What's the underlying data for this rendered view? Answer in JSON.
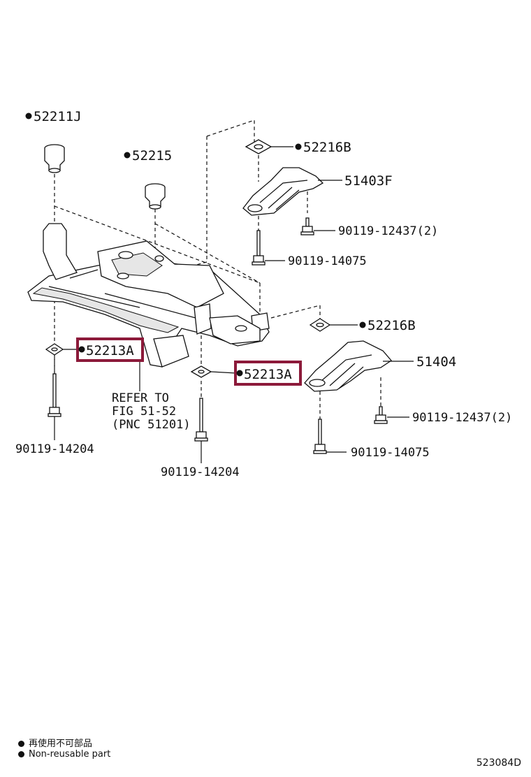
{
  "labels": {
    "p52211J": "52211J",
    "p52215": "52215",
    "p52216B_top": "52216B",
    "p51403F": "51403F",
    "p90119_12437_top": "90119-12437(2)",
    "p90119_14075_top": "90119-14075",
    "p52216B_right": "52216B",
    "p51404": "51404",
    "p52213A_left": "52213A",
    "p52213A_right": "52213A",
    "refer_line1": "REFER TO",
    "refer_line2": "FIG 51-52",
    "refer_line3": "(PNC 51201)",
    "p90119_14204_left": "90119-14204",
    "p90119_14204_center": "90119-14204",
    "p90119_12437_right": "90119-12437(2)",
    "p90119_14075_right": "90119-14075"
  },
  "legend": {
    "line1": "再使用不可部品",
    "line2": "Non-reusable part"
  },
  "figure_id": "523084D",
  "colors": {
    "highlight": "#8c1a3a",
    "ink": "#111111"
  }
}
